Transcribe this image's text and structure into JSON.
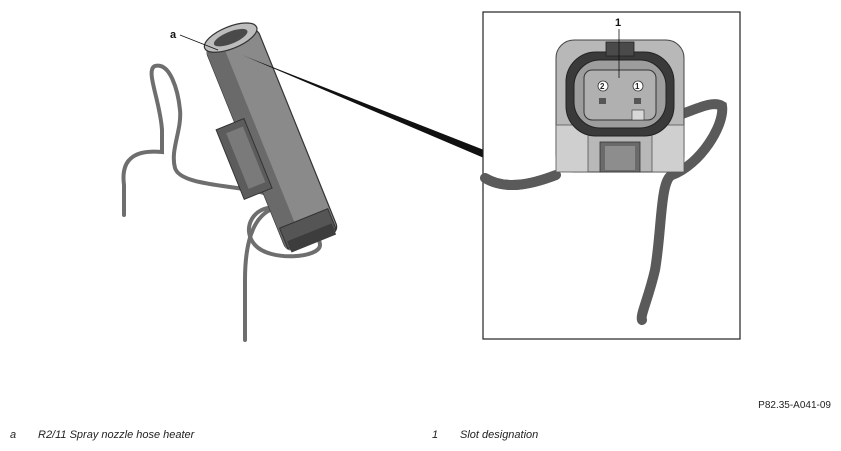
{
  "callouts": {
    "a": "a",
    "one": "1"
  },
  "connector_pins": {
    "pin_left": "2",
    "pin_right": "1"
  },
  "reference_code": "P82.35-A041-09",
  "legend": [
    {
      "key": "a",
      "text": "R2/11 Spray nozzle hose heater"
    },
    {
      "key": "1",
      "text": "Slot designation"
    }
  ]
}
